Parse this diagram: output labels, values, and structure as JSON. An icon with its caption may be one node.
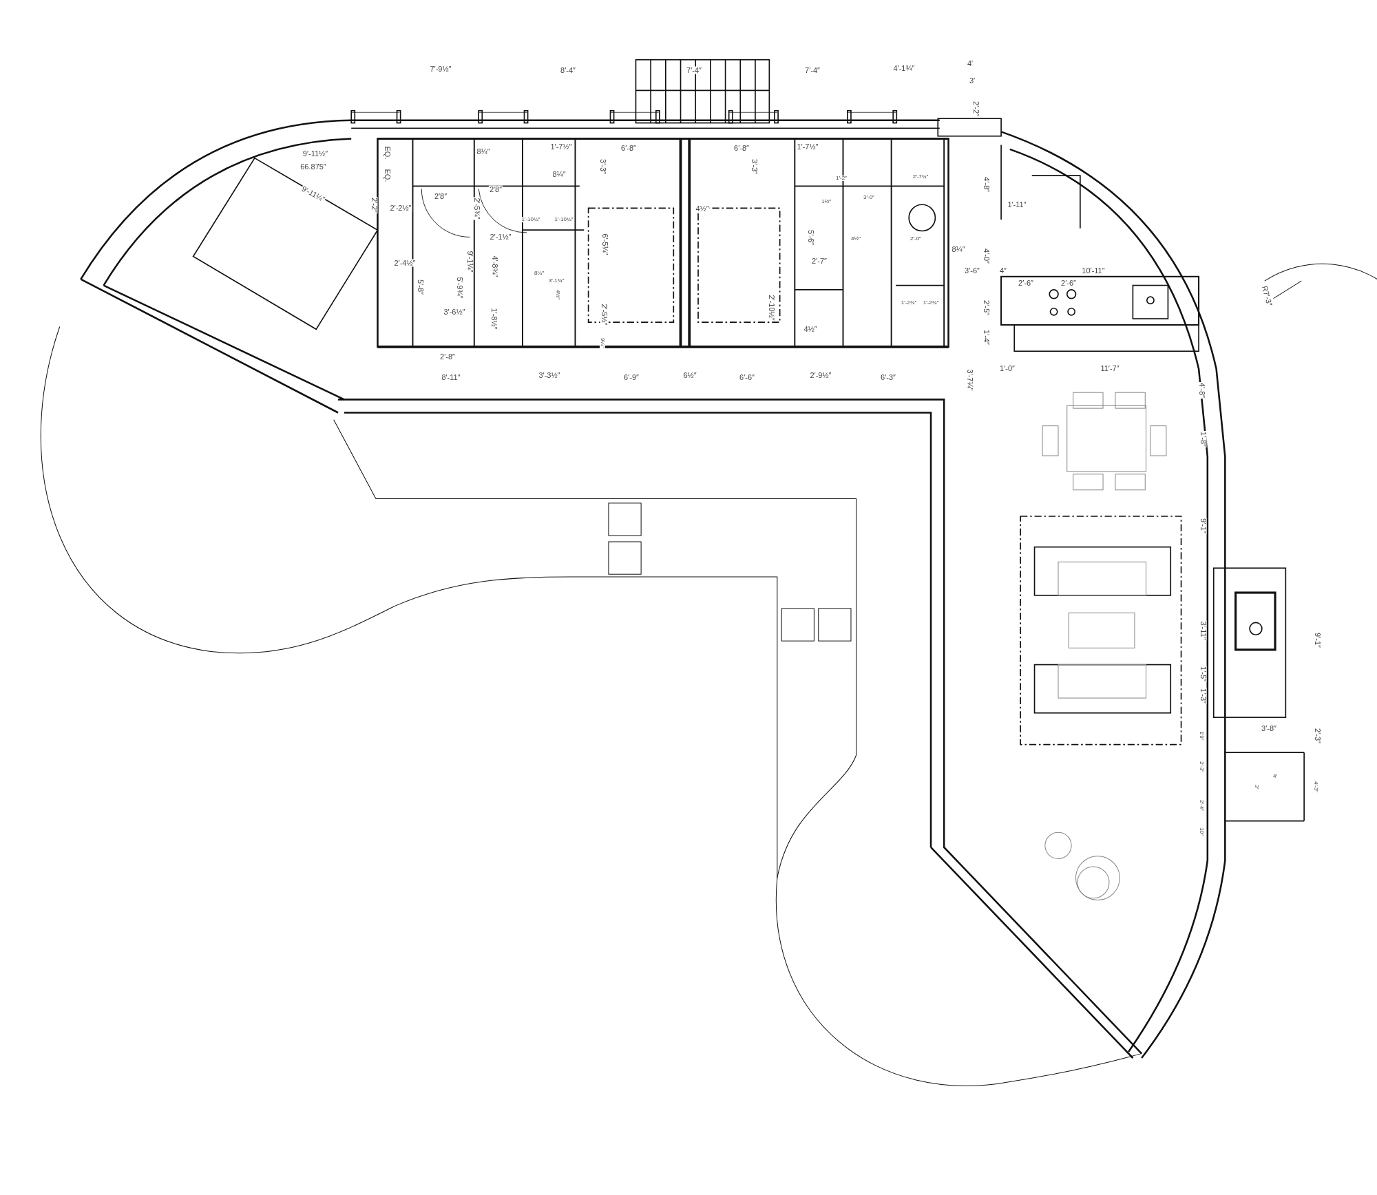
{
  "diagram": {
    "labels": [
      "7′-9½″",
      "8′-4″",
      "7′-4″",
      "7′-4″",
      "4′-1¾″",
      "4′",
      "3′",
      "2′-2″",
      "9′-11½″",
      "EQ.",
      "8¼″",
      "1′-7½″",
      "6′-8″",
      "6′-8″",
      "1′-7½″",
      "66.875″",
      "3′-3″",
      "3′-3″",
      "8¼″",
      "EQ.",
      "1′-11″",
      "2′-7¾″",
      "1′-2″",
      "4′-8″",
      "9′-11¼″",
      "2′8″",
      "2′8″",
      "3′-0″",
      "1½″",
      "2′-2″",
      "2′-2½″",
      "2′-5¾″",
      "4½″",
      "1′-10¼″",
      "1′-10¼″",
      "2′-1½″",
      "4½″",
      "2′-0″",
      "5′-6″",
      "6′-5¼″",
      "8¼″",
      "4′-0″",
      "2′-4½″",
      "2′-7″",
      "9′-1¼″",
      "4′-8¾″",
      "3′-6″",
      "4″",
      "10′-11″",
      "8¼″",
      "3′-1¾″",
      "2′-6″",
      "2′-6″",
      "5′-8″",
      "5′-9¾″",
      "4½″",
      "R7′-3″",
      "1′-2¾″",
      "1′-2¾″",
      "2′-10½″",
      "2′-5″",
      "3′-6½″",
      "1′-8½″",
      "2′-5½″",
      "4½″",
      "1′-4″",
      "9¼″",
      "2′-8″",
      "1′-0″",
      "11′-7″",
      "8′-11″",
      "3′-3½″",
      "6′-9″",
      "6½″",
      "6′-6″",
      "2′-9½″",
      "6′-3″",
      "3′-7¼″",
      "4′-8″",
      "1′-8″",
      "9′-1″",
      "9′-1″",
      "3′-11″",
      "1′-5″",
      "1′-3″",
      "3′-8″",
      "1′9″",
      "2′-3″",
      "2′-3″",
      "4′",
      "3′",
      "4′-3″",
      "2′-4″",
      "10″"
    ]
  }
}
